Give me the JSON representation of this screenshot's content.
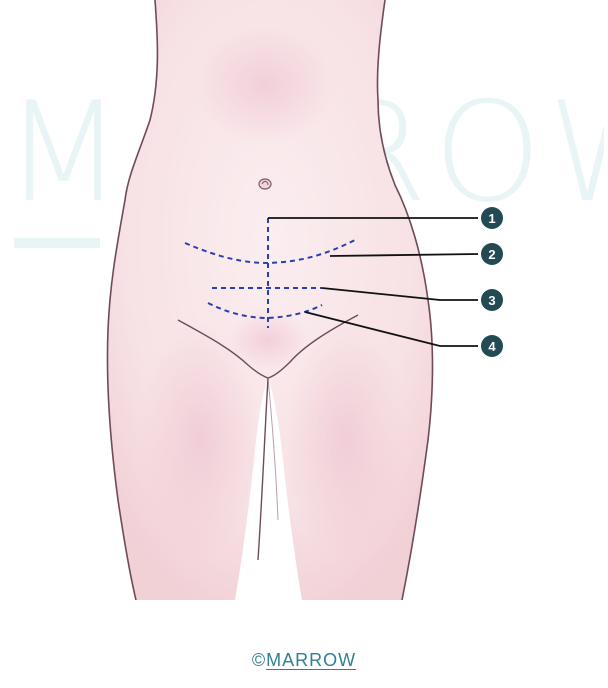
{
  "watermark": {
    "text": "MARROW"
  },
  "footer": {
    "copyright": "©",
    "brand": "MARROW"
  },
  "callouts": [
    {
      "number": "1"
    },
    {
      "number": "2"
    },
    {
      "number": "3"
    },
    {
      "number": "4"
    }
  ],
  "colors": {
    "skin": "#f8e4e6",
    "skin_shadow": "#efc8d0",
    "outline": "#6e4b5a",
    "incision": "#2a3fb0",
    "leader": "#111111",
    "callout_fill": "#234a52",
    "brand": "#2f7f95"
  }
}
